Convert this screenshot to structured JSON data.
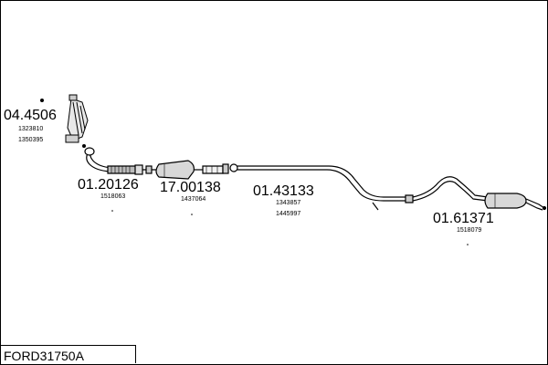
{
  "parts": [
    {
      "number": "04.4506",
      "refs": [
        "1323810",
        "1350395"
      ]
    },
    {
      "number": "01.20126",
      "refs": [
        "1518063"
      ]
    },
    {
      "number": "17.00138",
      "refs": [
        "1437064"
      ]
    },
    {
      "number": "01.43133",
      "refs": [
        "1343857",
        "1445997"
      ]
    },
    {
      "number": "01.61371",
      "refs": [
        "1518079"
      ]
    }
  ],
  "diagram_ref": "FORD31750A"
}
